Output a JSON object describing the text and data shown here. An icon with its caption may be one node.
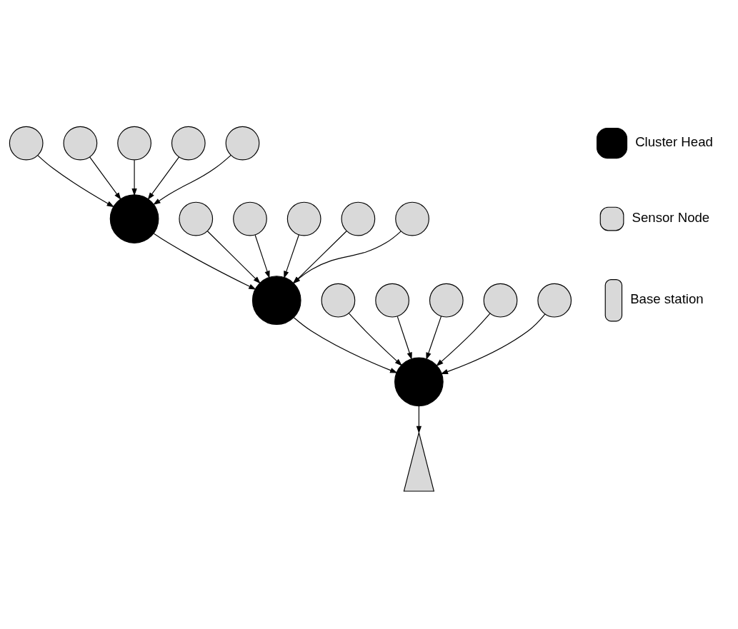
{
  "diagram": {
    "nodes": [
      {
        "text": [],
        "shape": "circle"
      },
      {
        "text": [],
        "shape": "circle"
      },
      {
        "text": [],
        "shape": "circle"
      },
      {
        "text": [],
        "shape": "circle"
      },
      {
        "text": [],
        "shape": "circle"
      },
      {
        "text": [],
        "shape": "circle"
      },
      {
        "text": [],
        "shape": "circle"
      },
      {
        "text": [],
        "shape": "circle"
      },
      {
        "text": [],
        "shape": "circle"
      },
      {
        "text": [],
        "shape": "circle"
      },
      {
        "text": [],
        "shape": "circle"
      },
      {
        "text": [],
        "shape": "circle"
      },
      {
        "text": [],
        "shape": "circle"
      },
      {
        "text": [],
        "shape": "circle"
      },
      {
        "text": [],
        "shape": "circle"
      },
      {
        "text": [],
        "shape": "triangle"
      },
      {
        "text": [],
        "shape": "circle"
      },
      {
        "text": [],
        "shape": "circle"
      },
      {
        "text": [],
        "shape": "circle"
      }
    ],
    "edges": [
      {
        "from": 0,
        "to": 3,
        "arrow": "to"
      },
      {
        "from": 1,
        "to": 3,
        "arrow": "to"
      },
      {
        "from": 2,
        "to": 3,
        "arrow": "to"
      },
      {
        "from": 4,
        "to": 3,
        "arrow": "to"
      },
      {
        "from": 5,
        "to": 3,
        "arrow": "to"
      },
      {
        "from": 3,
        "to": 8,
        "arrow": "to"
      },
      {
        "from": 6,
        "to": 8,
        "arrow": "to"
      },
      {
        "from": 7,
        "to": 8,
        "arrow": "to"
      },
      {
        "from": 9,
        "to": 8,
        "arrow": "to"
      },
      {
        "from": 10,
        "to": 8,
        "arrow": "to"
      },
      {
        "from": 11,
        "to": 8,
        "arrow": "to"
      },
      {
        "from": 8,
        "to": 14,
        "arrow": "to"
      },
      {
        "from": 12,
        "to": 14,
        "arrow": "to"
      },
      {
        "from": 13,
        "to": 14,
        "arrow": "to"
      },
      {
        "from": 16,
        "to": 14,
        "arrow": "to"
      },
      {
        "from": 17,
        "to": 14,
        "arrow": "to"
      },
      {
        "from": 18,
        "to": 14,
        "arrow": "to"
      },
      {
        "from": 14,
        "to": 15,
        "arrow": "to"
      }
    ],
    "legend": [
      {
        "text": "Cluster Head"
      },
      {
        "text": "Sensor Node"
      },
      {
        "text": "Base station"
      }
    ]
  }
}
